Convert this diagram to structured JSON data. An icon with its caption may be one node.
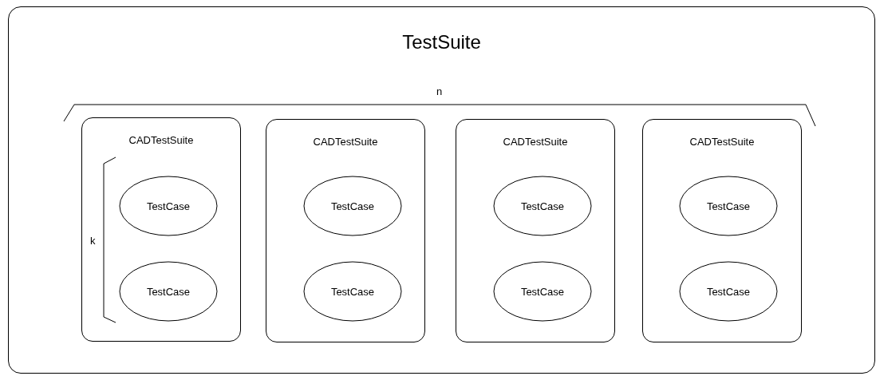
{
  "diagram": {
    "nodes": [
      {
        "text": [
          "TestSuite"
        ]
      },
      {
        "text": [
          "CADTestSuite"
        ],
        "in": 0
      },
      {
        "text": [
          "TestCase"
        ],
        "in": 1
      },
      {
        "text": [
          "TestCase"
        ],
        "in": 1
      },
      {
        "text": [
          "CADTestSuite"
        ],
        "in": 0
      },
      {
        "text": [
          "TestCase"
        ],
        "in": 4
      },
      {
        "text": [
          "TestCase"
        ],
        "in": 4
      },
      {
        "text": [
          "CADTestSuite"
        ],
        "in": 0
      },
      {
        "text": [
          "TestCase"
        ],
        "in": 7
      },
      {
        "text": [
          "TestCase"
        ],
        "in": 7
      },
      {
        "text": [
          "CADTestSuite"
        ],
        "in": 0
      },
      {
        "text": [
          "TestCase"
        ],
        "in": 10
      },
      {
        "text": [
          "TestCase"
        ],
        "in": 10
      }
    ],
    "edges": [],
    "labels": [
      "n",
      "k"
    ]
  }
}
